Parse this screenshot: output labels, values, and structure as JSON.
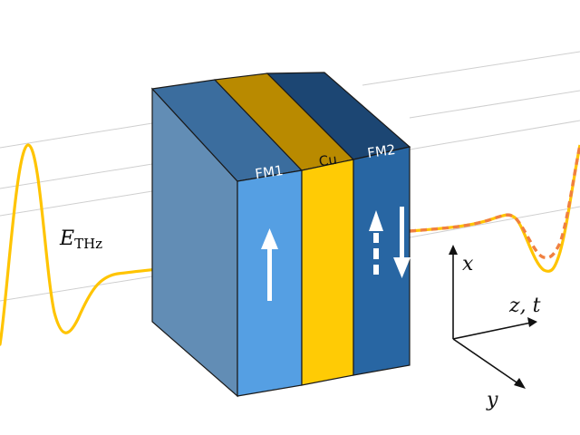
{
  "figure": {
    "description": "Spin-valve heterostructure FM1/Cu/FM2 illuminated by a terahertz pulse",
    "colors": {
      "fm1_front": "#559fe3",
      "fm1_top": "#3b6d9e",
      "side_face": "#628db5",
      "cu_front": "#ffcb05",
      "cu_top": "#b98a00",
      "fm2_front": "#2866a3",
      "fm2_top": "#1c4673",
      "incident_wave": "#ffc400",
      "emitted_wave_dashed": "#f08040",
      "grid_line": "#cccccc",
      "axis": "#111111"
    }
  },
  "layers": [
    {
      "id": "fm1",
      "label": "FM1",
      "magnetization": "up"
    },
    {
      "id": "cu",
      "label": "Cu",
      "magnetization": "none"
    },
    {
      "id": "fm2",
      "label": "FM2",
      "magnetization": "up (dashed) / down (solid)"
    }
  ],
  "incident_pulse": {
    "symbol": "E",
    "subscript": "THz"
  },
  "axes": {
    "x_label": "x",
    "z_label": "z, t",
    "y_label": "y"
  }
}
